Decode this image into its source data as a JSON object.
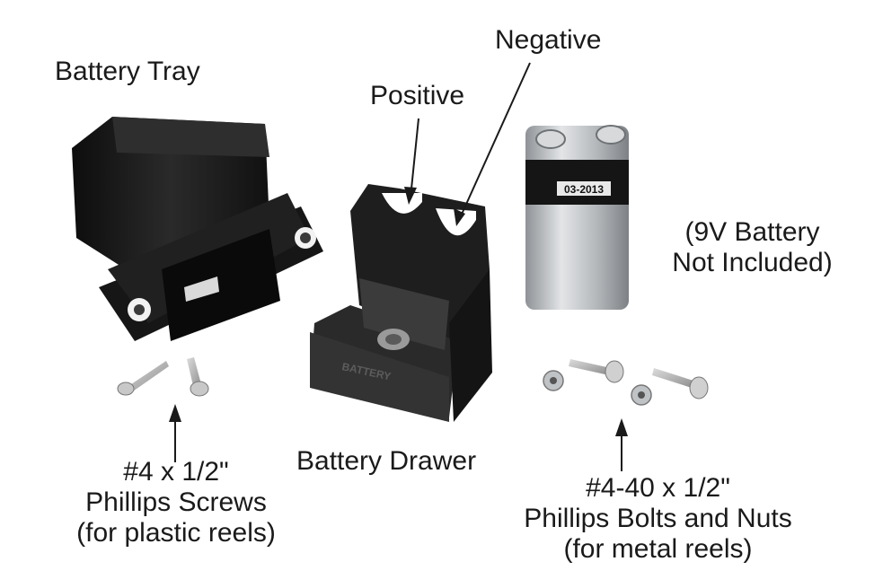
{
  "labels": {
    "battery_tray": "Battery Tray",
    "positive": "Positive",
    "negative": "Negative",
    "battery_line1": "(9V Battery",
    "battery_line2": "Not Included)",
    "battery_drawer": "Battery Drawer",
    "screws_line1": "#4 x 1/2\"",
    "screws_line2": "Phillips Screws",
    "screws_line3": "(for plastic reels)",
    "bolts_line1": "#4-40 x 1/2\"",
    "bolts_line2": "Phillips Bolts and Nuts",
    "bolts_line3": "(for metal reels)"
  },
  "battery_label": {
    "date": "03-2013"
  },
  "drawer_mark": {
    "text": "BATTERY"
  },
  "colors": {
    "plastic": "#1c1c1c",
    "metal": "#b9bcbf",
    "text": "#1a1a1a"
  }
}
